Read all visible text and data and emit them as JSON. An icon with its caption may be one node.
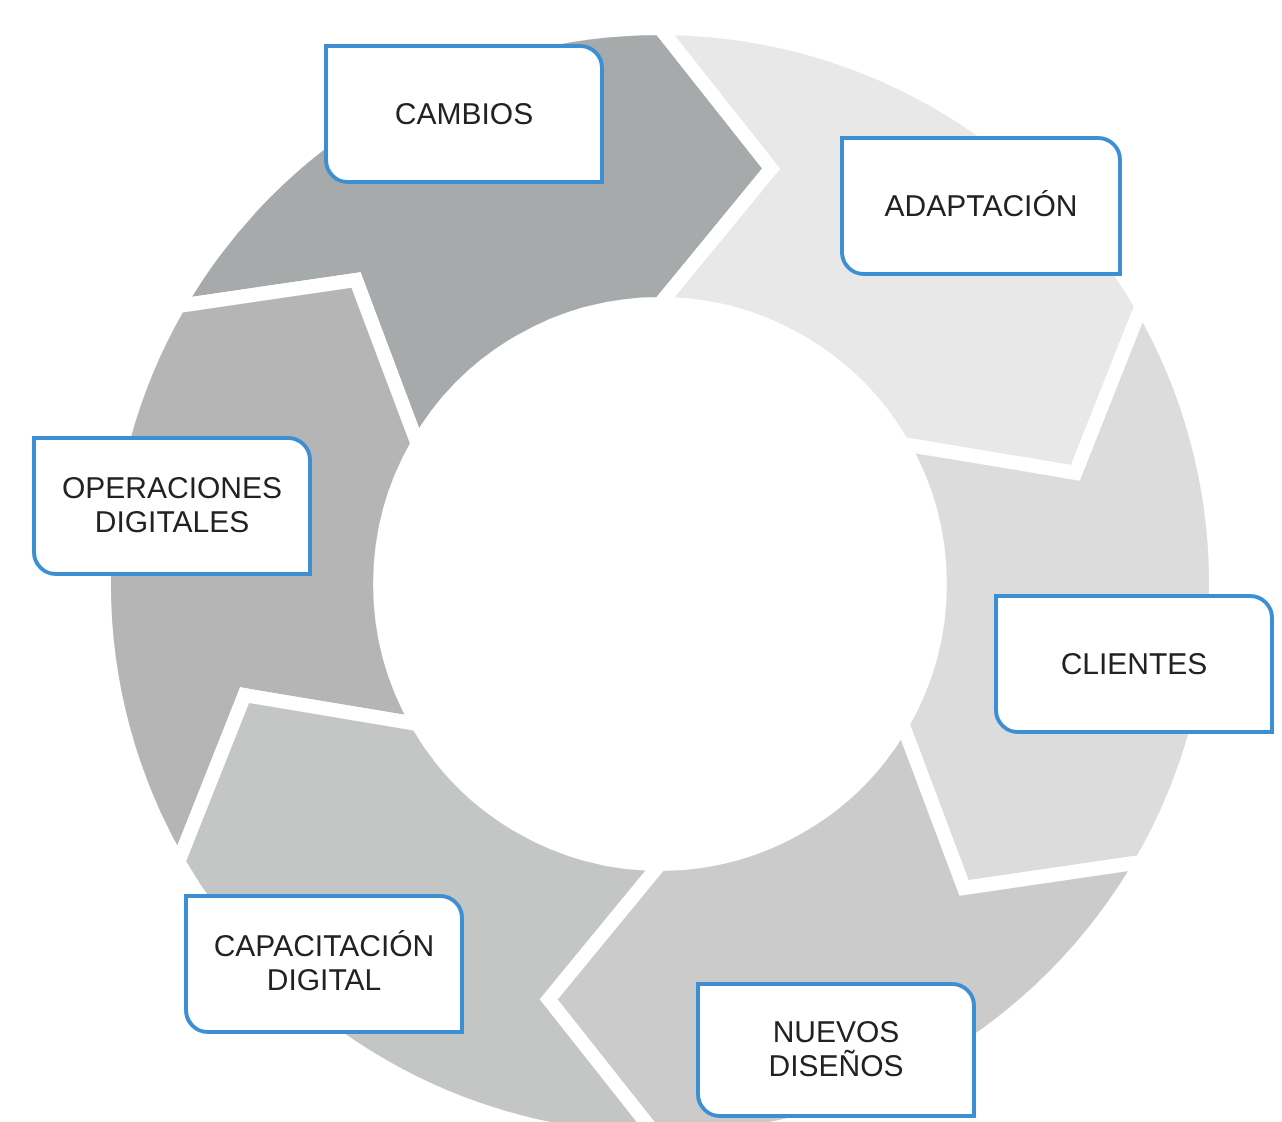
{
  "diagram": {
    "nodes": [
      {
        "text": [
          "CAMBIOS"
        ]
      },
      {
        "text": [
          "ADAPTACIÓN"
        ]
      },
      {
        "text": [
          "OPERACIONES DIGITALES"
        ]
      },
      {
        "text": [
          "CLIENTES"
        ]
      },
      {
        "text": [
          "CAPACITACIÓN DIGITAL"
        ]
      },
      {
        "text": [
          "NUEVOS DISEÑOS"
        ]
      }
    ]
  }
}
